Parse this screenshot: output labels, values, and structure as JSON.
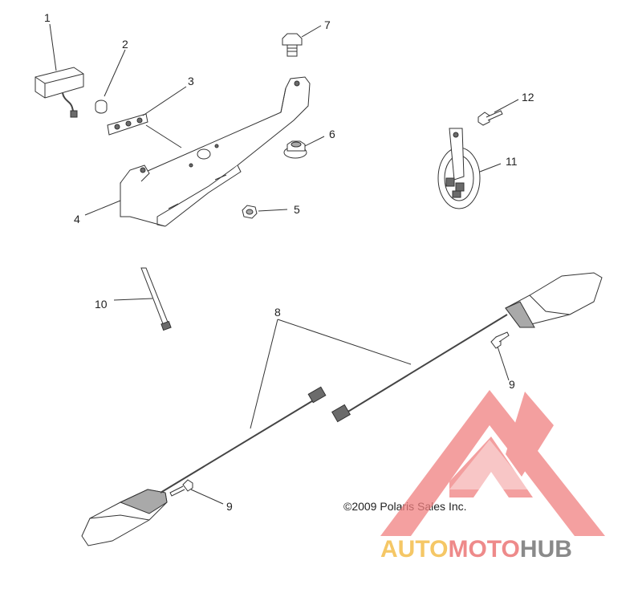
{
  "callouts": [
    "1",
    "2",
    "3",
    "4",
    "5",
    "6",
    "7",
    "8",
    "9",
    "9",
    "10",
    "11",
    "12"
  ],
  "copyright": "©2009 Polaris Sales Inc.",
  "watermark": {
    "part1": "AUTO",
    "part2": "MOTO",
    "part3": "HUB",
    "colors": {
      "auto": "#f5c766",
      "moto": "#ee8a8a",
      "hub": "#8a8a8a",
      "logo": "#f08080"
    }
  },
  "icons": [
    "triangle-m-logo"
  ]
}
